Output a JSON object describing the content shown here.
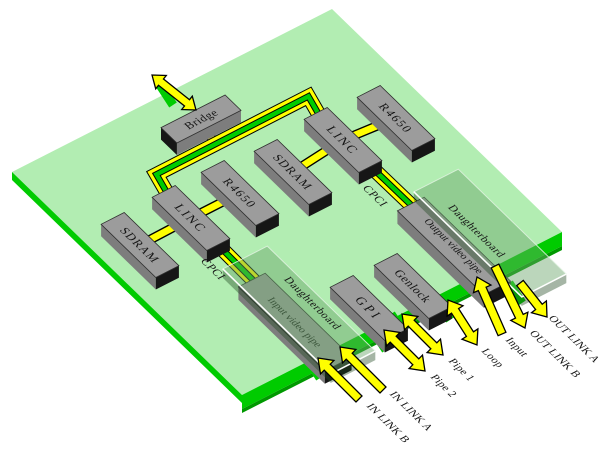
{
  "labels": {
    "bridge": "Bridge",
    "sdram": "SDRAM",
    "linc": "LINC",
    "r4650": "R4650",
    "gpi": "GPI",
    "genlock": "Genlock",
    "cpci": "CPCI",
    "daughterboard": "Daughterboard",
    "input_pipe": "Input video pipe",
    "output_pipe": "Output video pipe",
    "in_link_a": "IN LINK A",
    "in_link_b": "IN LINK B",
    "pipe_1": "Pipe 1",
    "pipe_2": "Pipe 2",
    "loop": "Loop",
    "input": "Input",
    "out_link_a": "OUT LINK A",
    "out_link_b": "OUT LINK B"
  },
  "colors": {
    "board": "#b2edb2",
    "board_edge": "#00cb00",
    "board_edge_dark": "#009900",
    "trace_yellow": "#ffff00",
    "trace_green": "#00cc00",
    "chip_top": "#9c9c9c",
    "chip_side": "#7d7d7d",
    "chip_end": "#161616",
    "arrow_fill": "#ffff00",
    "outline": "#000000",
    "plate_top": "rgba(105,165,105,0.45)",
    "plate_side": "rgba(30,70,30,0.40)",
    "plate_highlight": "#ffffff"
  }
}
